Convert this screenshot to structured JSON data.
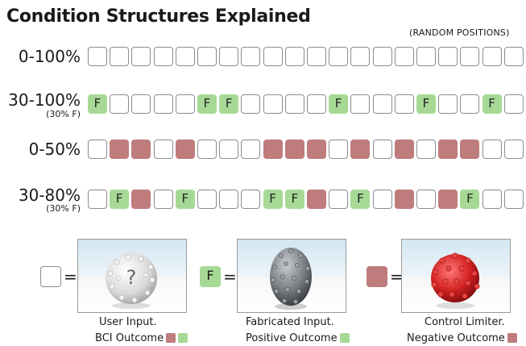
{
  "title": "Condition Structures Explained",
  "note": "(RANDOM POSITIONS)",
  "rows": [
    {
      "label": "0-100%",
      "sub": "",
      "cells": [
        "W",
        "W",
        "W",
        "W",
        "W",
        "W",
        "W",
        "W",
        "W",
        "W",
        "W",
        "W",
        "W",
        "W",
        "W",
        "W",
        "W",
        "W",
        "W",
        "W"
      ]
    },
    {
      "label": "30-100%",
      "sub": "(30% F)",
      "cells": [
        "F",
        "W",
        "W",
        "W",
        "W",
        "F",
        "F",
        "W",
        "W",
        "W",
        "W",
        "F",
        "W",
        "W",
        "W",
        "F",
        "W",
        "W",
        "F",
        "W"
      ]
    },
    {
      "label": "0-50%",
      "sub": "",
      "cells": [
        "W",
        "N",
        "N",
        "W",
        "N",
        "W",
        "W",
        "W",
        "N",
        "N",
        "N",
        "W",
        "N",
        "W",
        "N",
        "W",
        "N",
        "N",
        "W",
        "W"
      ]
    },
    {
      "label": "30-80%",
      "sub": "(30% F)",
      "cells": [
        "W",
        "F",
        "N",
        "W",
        "F",
        "W",
        "W",
        "W",
        "F",
        "F",
        "N",
        "W",
        "F",
        "W",
        "N",
        "W",
        "N",
        "F",
        "W",
        "W"
      ]
    }
  ],
  "cell_letter": "F",
  "colors": {
    "fabricated": "#a6d995",
    "limiter": "#bf7c7c",
    "border": "#8c8c8c"
  },
  "legend": [
    {
      "key": "W",
      "equals": "=",
      "icon": "white-knobby-sphere-with-question-mark",
      "question": "?",
      "caption1": "User Input.",
      "caption2": "BCI Outcome",
      "swatches": [
        "N",
        "F"
      ]
    },
    {
      "key": "F",
      "letter": "F",
      "equals": "=",
      "icon": "gray-knobby-ovoid",
      "caption1": "Fabricated Input.",
      "caption2": "Positive Outcome",
      "swatches": [
        "F"
      ]
    },
    {
      "key": "N",
      "equals": "=",
      "icon": "red-knobby-sphere",
      "caption1": "Control Limiter.",
      "caption2": "Negative Outcome",
      "swatches": [
        "N"
      ]
    }
  ]
}
